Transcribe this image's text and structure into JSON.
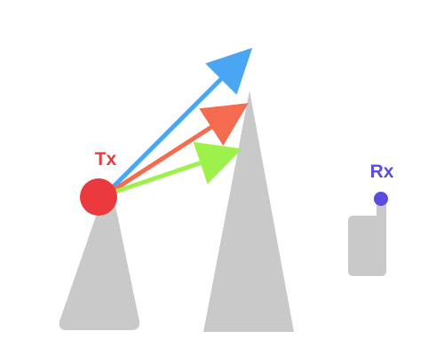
{
  "colors": {
    "background": "#ffffff",
    "terrain": "#c9c9c9",
    "transmitter": "#eb3a3d",
    "receiver": "#5a4ce0",
    "ray_high": "#4aa6f2",
    "ray_mid": "#f56b4f",
    "ray_low": "#9ef04a"
  },
  "transmitter": {
    "label": "Tx"
  },
  "receiver": {
    "label": "Rx"
  },
  "rays": [
    {
      "name": "ray-high",
      "color_key": "ray_high"
    },
    {
      "name": "ray-mid",
      "color_key": "ray_mid"
    },
    {
      "name": "ray-low",
      "color_key": "ray_low"
    }
  ]
}
